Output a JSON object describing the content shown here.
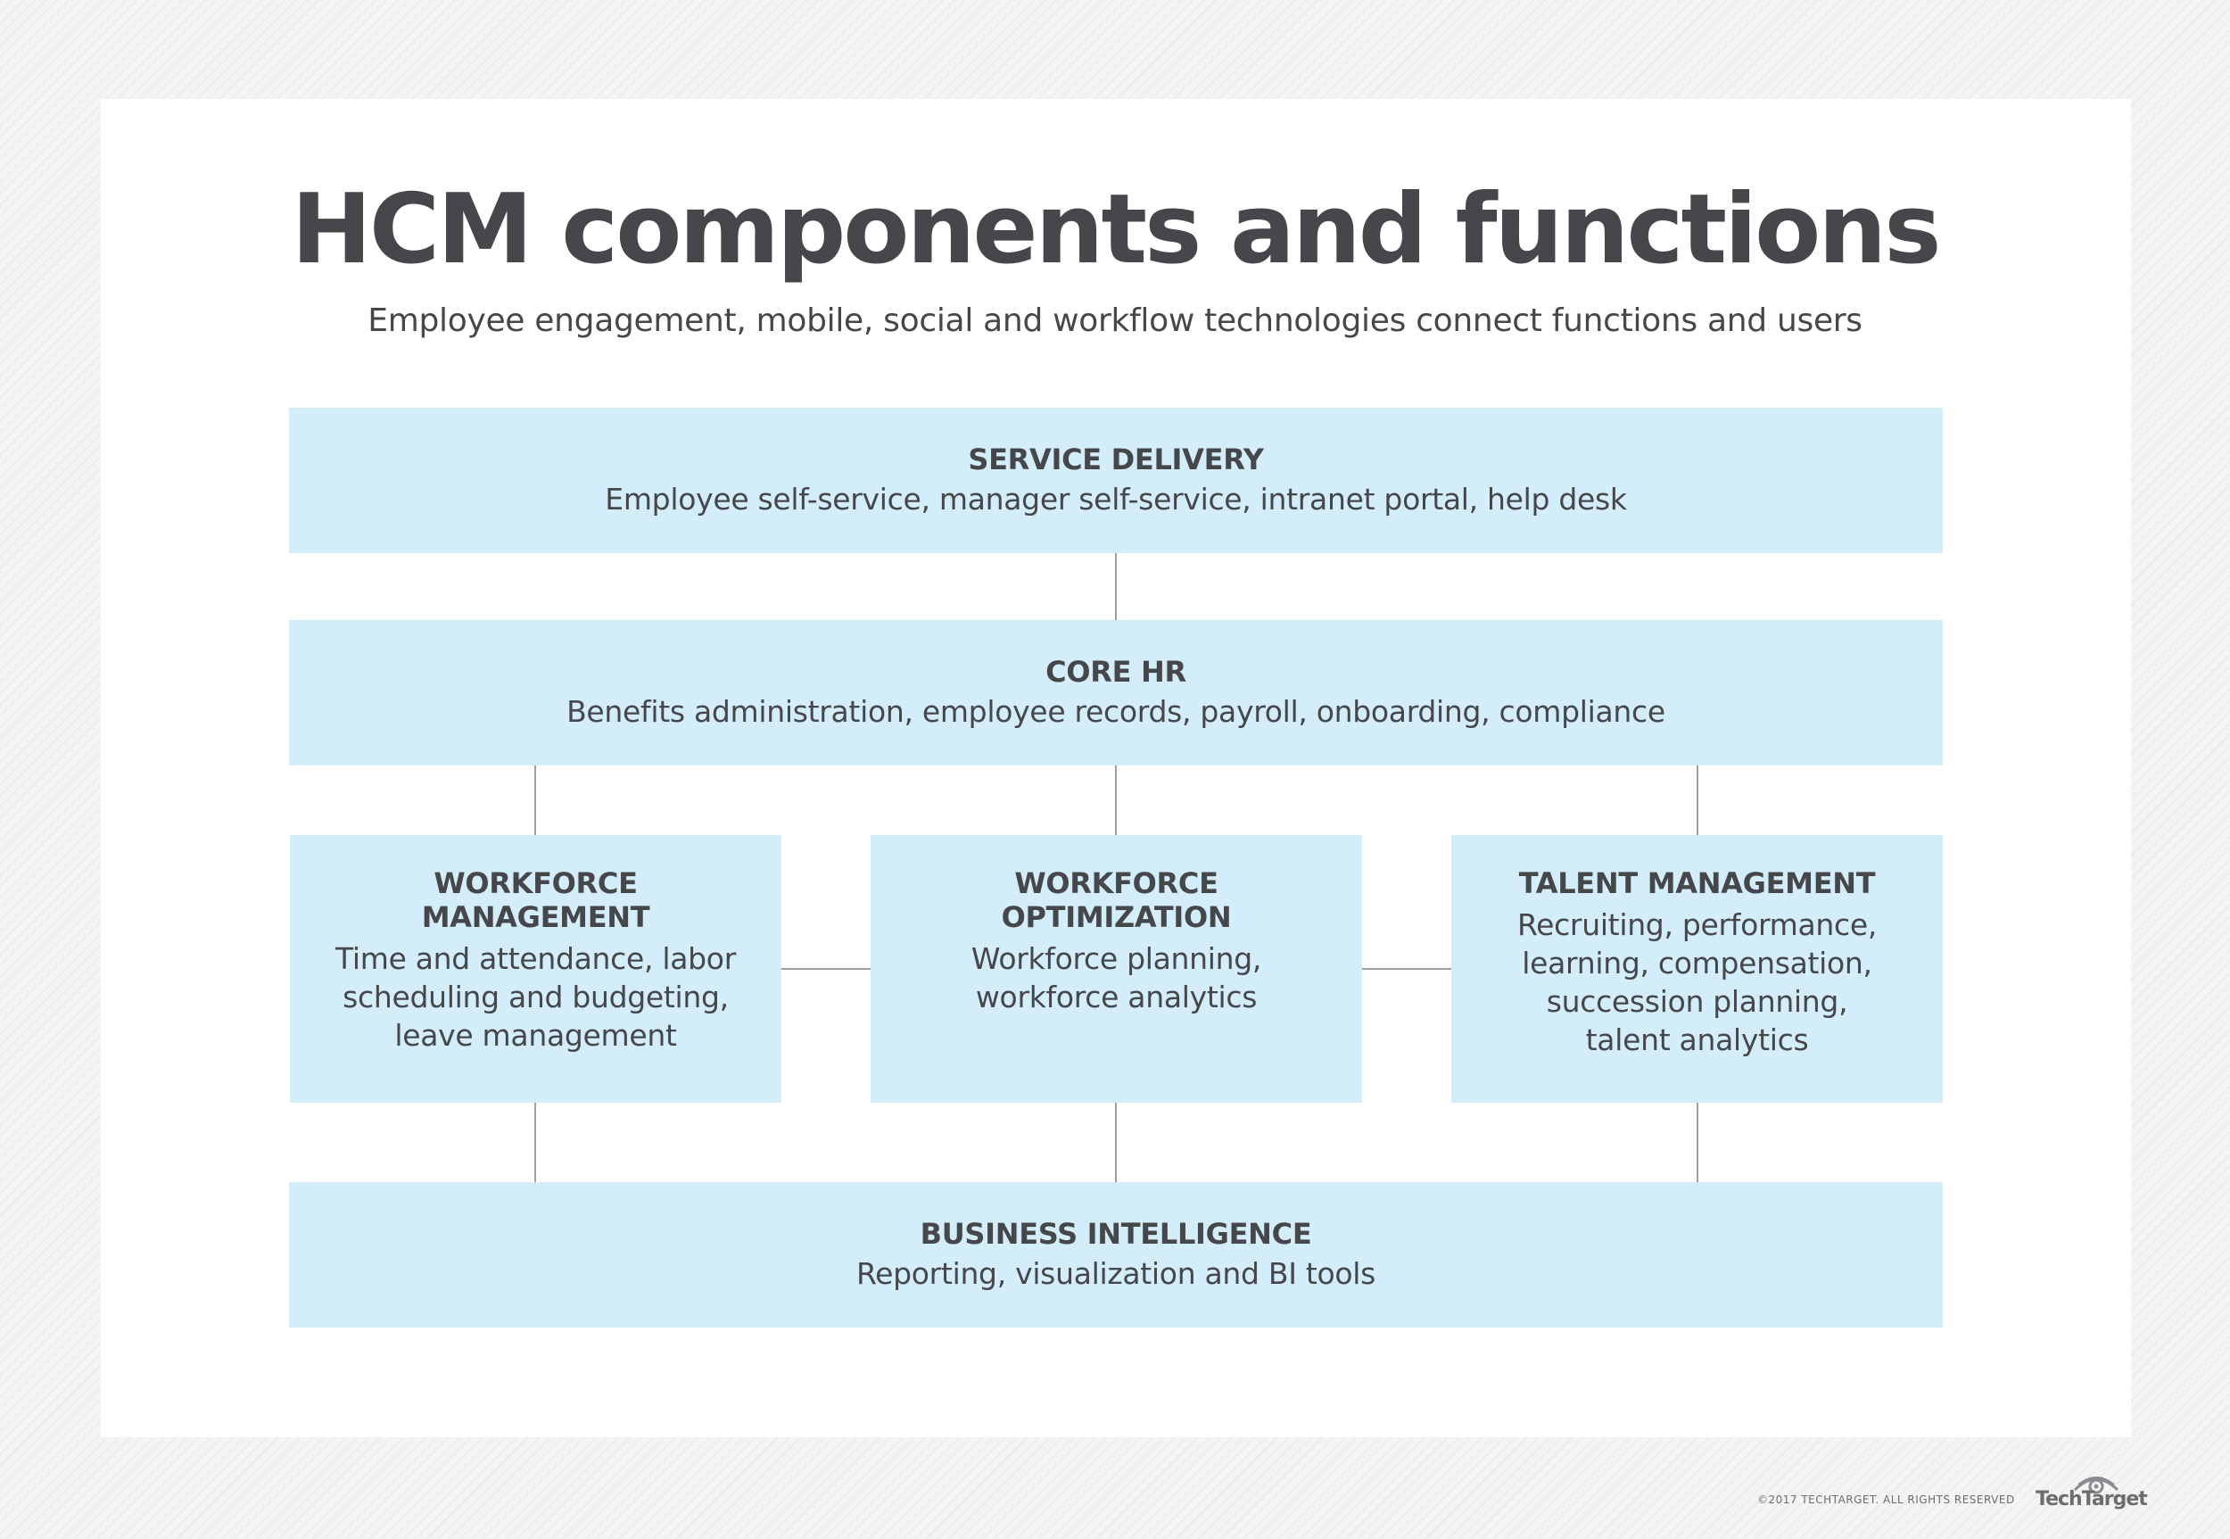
{
  "header": {
    "title": "HCM components and functions",
    "subtitle": "Employee engagement, mobile, social and workflow technologies connect functions and users"
  },
  "boxes": {
    "service_delivery": {
      "title": "SERVICE DELIVERY",
      "desc": "Employee self-service, manager self-service, intranet portal, help desk"
    },
    "core_hr": {
      "title": "CORE HR",
      "desc": "Benefits administration, employee records, payroll, onboarding, compliance"
    },
    "workforce_management": {
      "title": "WORKFORCE MANAGEMENT",
      "desc_lines": [
        "Time and attendance, labor",
        "scheduling and budgeting,",
        "leave management"
      ]
    },
    "workforce_optimization": {
      "title": "WORKFORCE OPTIMIZATION",
      "desc_lines": [
        "Workforce planning,",
        "workforce analytics"
      ]
    },
    "talent_management": {
      "title": "TALENT MANAGEMENT",
      "desc_lines": [
        "Recruiting, performance,",
        "learning, compensation,",
        "succession planning,",
        "talent analytics"
      ]
    },
    "business_intelligence": {
      "title": "BUSINESS INTELLIGENCE",
      "desc": "Reporting, visualization and BI tools"
    }
  },
  "footer": {
    "copyright": "©2017 TECHTARGET. ALL RIGHTS RESERVED",
    "logo_text": "TechTarget",
    "logo_icon": "eye-icon"
  },
  "colors": {
    "box_fill": "#d4edfa",
    "text": "#45474a",
    "connector": "#9d9fa2"
  }
}
